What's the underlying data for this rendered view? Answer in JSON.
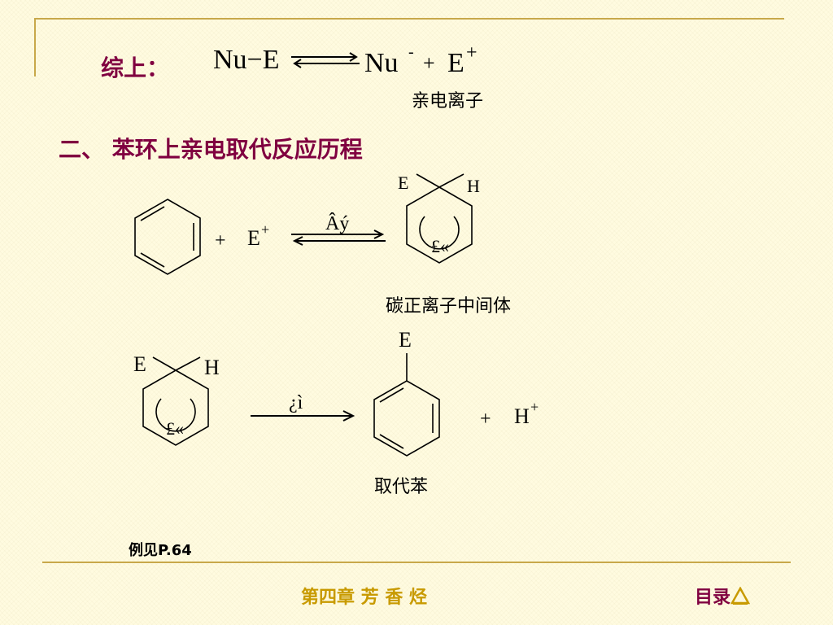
{
  "summary": {
    "label": "综上：",
    "reactant": "Nu−E",
    "product_nu": "Nu",
    "product_nu_charge": "-",
    "plus": "+",
    "product_e": "E",
    "product_e_charge": "+",
    "electrophile_caption": "亲电离子"
  },
  "section": {
    "title": "二、 苯环上亲电取代反应历程"
  },
  "step1": {
    "plus": "+",
    "reagent": "E",
    "reagent_charge": "+",
    "arrow_label": "Âý",
    "sub_e": "E",
    "sub_h": "H",
    "ring_charge": "£«",
    "caption": "碳正离子中间体"
  },
  "step2": {
    "sub_e": "E",
    "sub_h": "H",
    "ring_charge": "£«",
    "arrow_label": "¿ì",
    "product_sub": "E",
    "plus": "+",
    "byproduct": "H",
    "byproduct_charge": "+",
    "caption": "取代苯"
  },
  "example_ref": "例见P.64",
  "footer": {
    "chapter": "第四章  芳  香  烃",
    "toc_label": "目录",
    "toc_icon": "triangle-up-icon"
  },
  "colors": {
    "heading": "#800040",
    "gold": "#c89a00",
    "frame": "#c8a84a",
    "background": "#fffbe0"
  }
}
